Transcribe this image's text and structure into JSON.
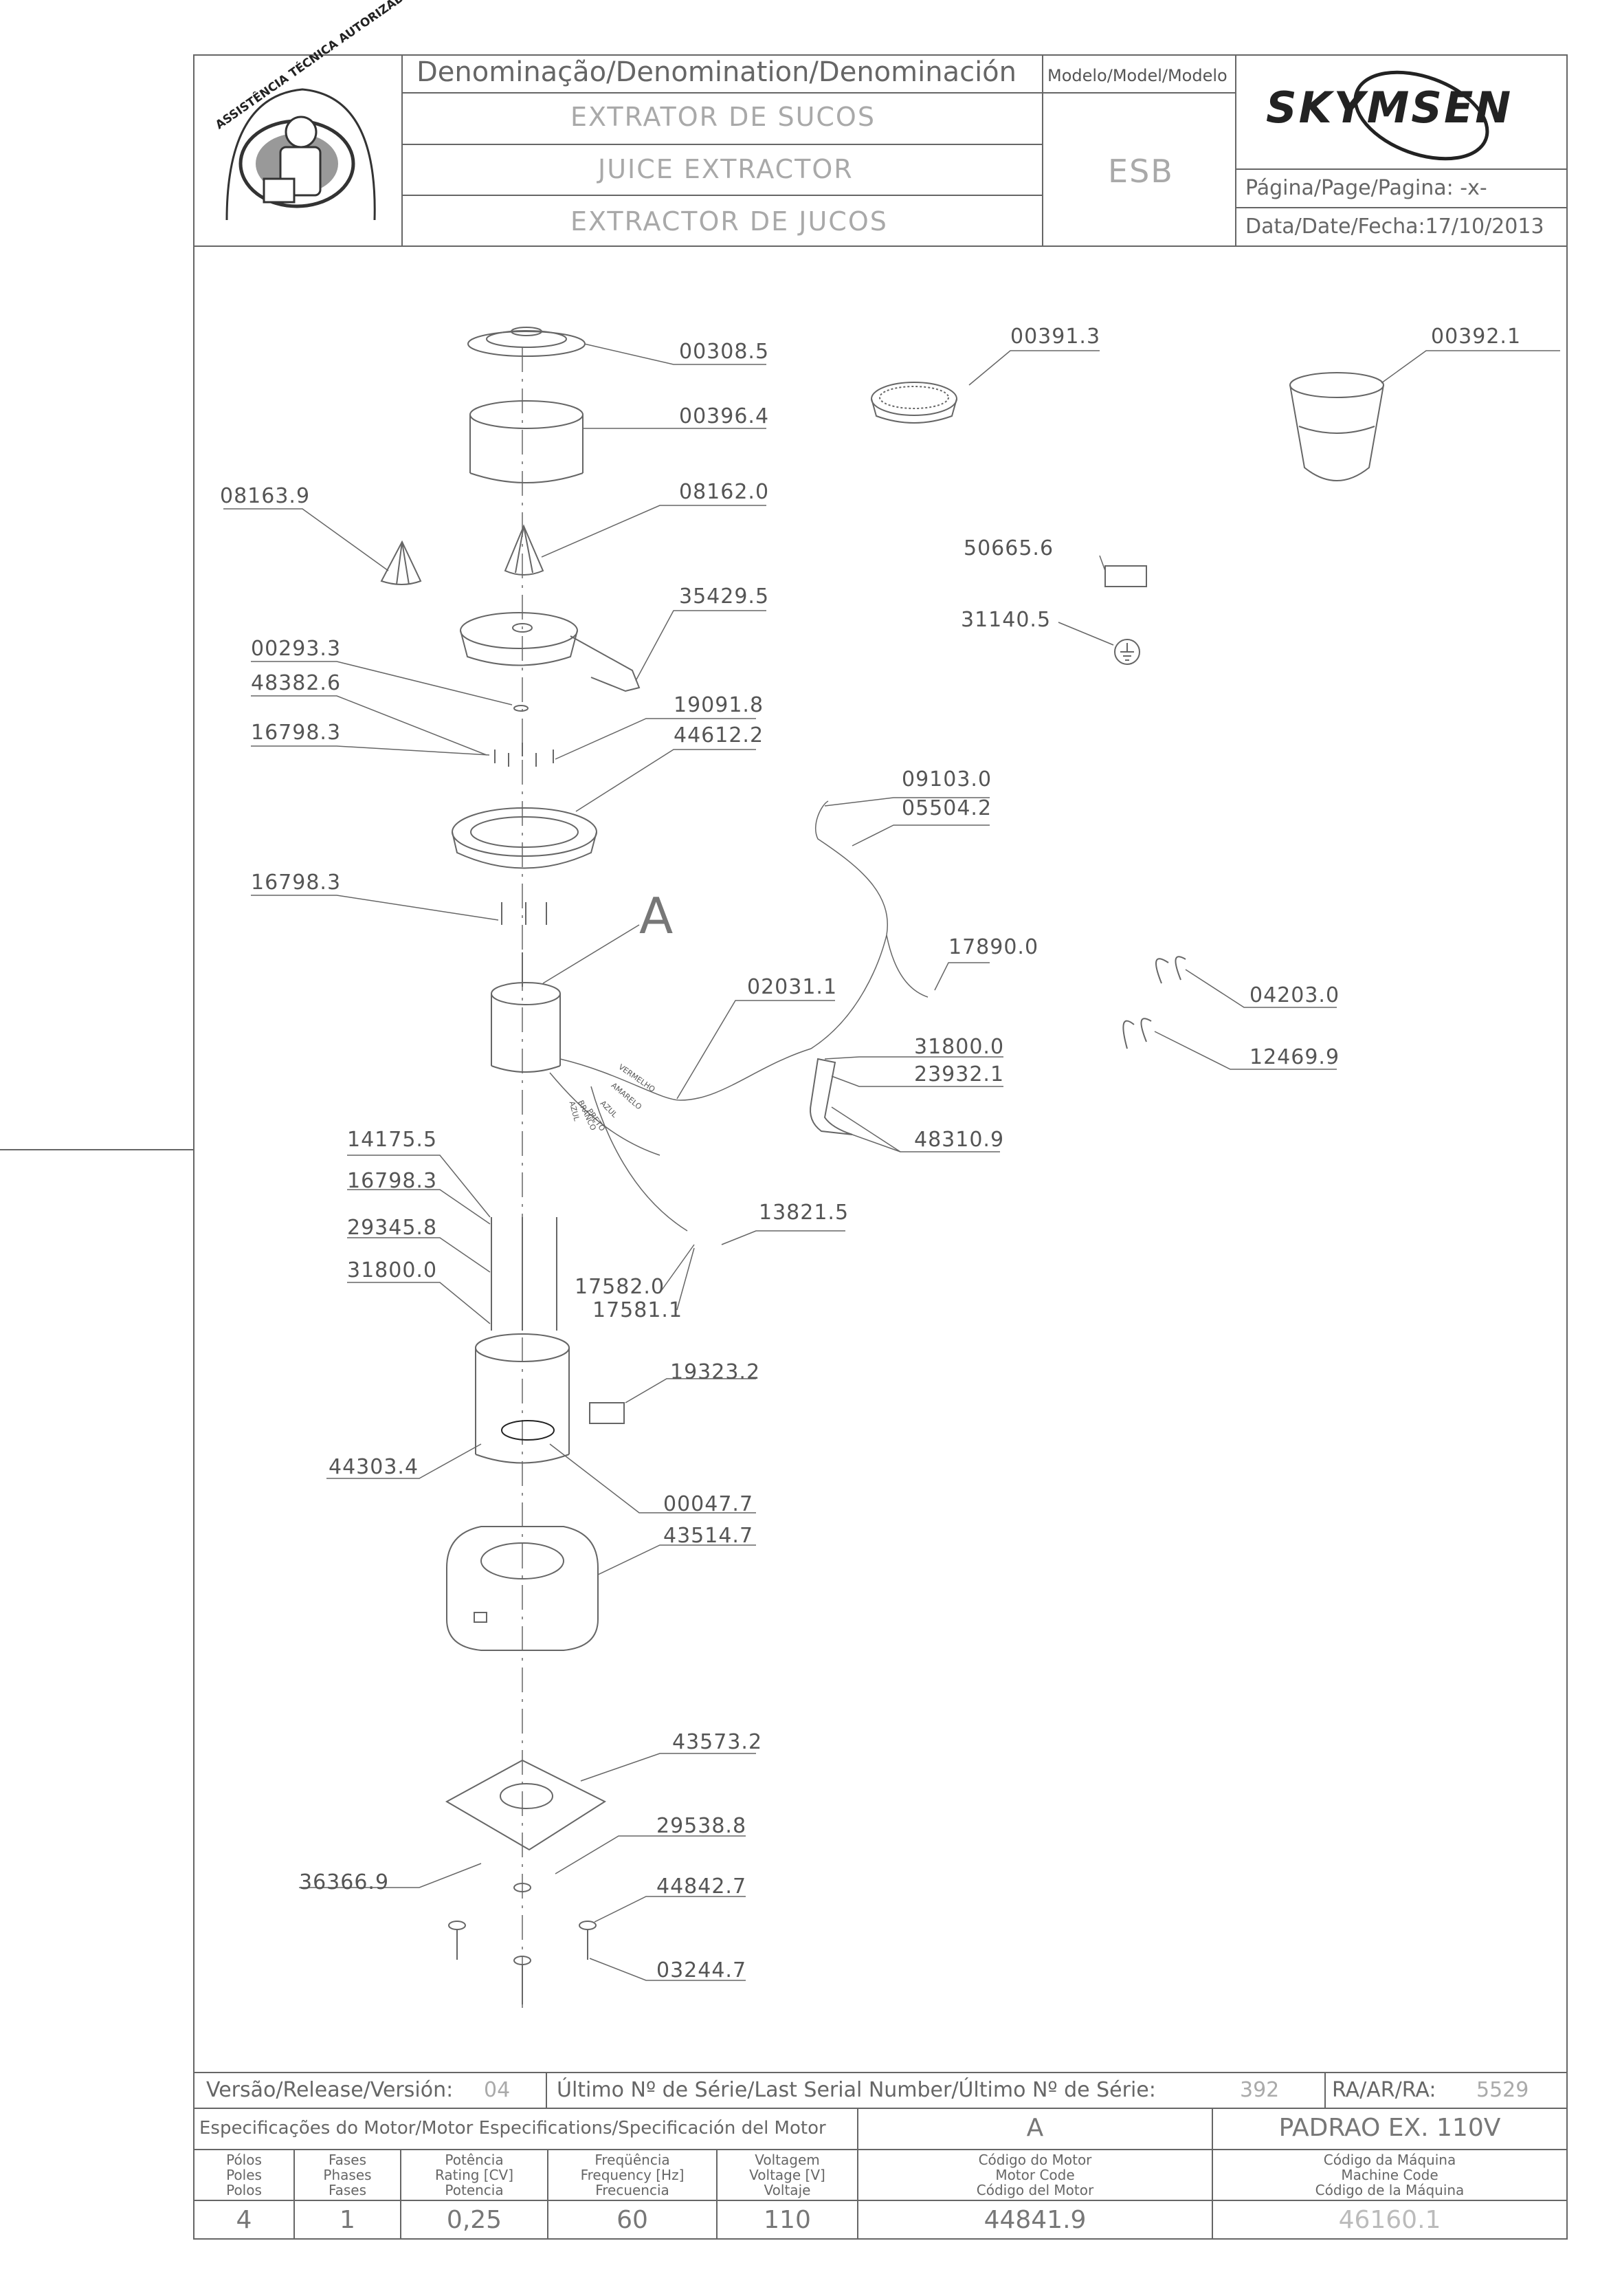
{
  "header": {
    "denomination_label": "Denominação/Denomination/Denominación",
    "names": [
      "EXTRATOR DE SUCOS",
      "JUICE EXTRACTOR",
      "EXTRACTOR DE JUCOS"
    ],
    "model_label": "Modelo/Model/Modelo",
    "model_value": "ESB",
    "brand": "SKYMSEN",
    "page_label": "Página/Page/Pagina: -x-",
    "date_label": "Data/Date/Fecha:17/10/2013",
    "seal_text": "ASSISTÊNCIA TÉCNICA AUTORIZADA"
  },
  "parts": {
    "p00308_5": "00308.5",
    "p00396_4": "00396.4",
    "p08162_0": "08162.0",
    "p08163_9": "08163.9",
    "p35429_5": "35429.5",
    "p00293_3": "00293.3",
    "p48382_6": "48382.6",
    "p16798_3a": "16798.3",
    "p19091_8": "19091.8",
    "p44612_2": "44612.2",
    "p16798_3b": "16798.3",
    "p00391_3": "00391.3",
    "p00392_1": "00392.1",
    "p50665_6": "50665.6",
    "p31140_5": "31140.5",
    "p09103_0": "09103.0",
    "p05504_2": "05504.2",
    "p17890_0": "17890.0",
    "p04203_0": "04203.0",
    "p12469_9": "12469.9",
    "p02031_1": "02031.1",
    "p31800_0a": "31800.0",
    "p23932_1": "23932.1",
    "p48310_9": "48310.9",
    "p14175_5": "14175.5",
    "p16798_3c": "16798.3",
    "p29345_8": "29345.8",
    "p31800_0b": "31800.0",
    "p13821_5": "13821.5",
    "p17582_0": "17582.0",
    "p17581_1": "17581.1",
    "p19323_2": "19323.2",
    "p44303_4": "44303.4",
    "p00047_7": "00047.7",
    "p43514_7": "43514.7",
    "p43573_2": "43573.2",
    "p29538_8": "29538.8",
    "p36366_9": "36366.9",
    "p44842_7": "44842.7",
    "p03244_7": "03244.7",
    "callout_a": "A",
    "wire_colors": [
      "VERMELHO",
      "AMARELO",
      "AZUL",
      "PRETO",
      "BRANCO",
      "AZUL"
    ]
  },
  "footer": {
    "release_label": "Versão/Release/Versión:",
    "release_value": "04",
    "serial_label": "Último Nº de Série/Last Serial Number/Último Nº de Série:",
    "serial_value": "392",
    "ra_label": "RA/AR/RA:",
    "ra_value": "5529",
    "motor_spec_label": "Especificações do Motor/Motor Especifications/Specificación del Motor",
    "motor_spec_value": "A",
    "standard_value": "PADRAO EX. 110V",
    "poles_header": "Pólos\nPoles\nPolos",
    "phases_header": "Fases\nPhases\nFases",
    "power_header": "Potência\nRating [CV]\nPotencia",
    "frequency_header": "Freqüência\nFrequency [Hz]\nFrecuencia",
    "voltage_header": "Voltagem\nVoltage [V]\nVoltaje",
    "motor_code_header": "Código do Motor\nMotor Code\nCódigo del Motor",
    "machine_code_header": "Código da Máquina\nMachine Code\nCódigo de la Máquina",
    "poles": "4",
    "phases": "1",
    "power": "0,25",
    "frequency": "60",
    "voltage": "110",
    "motor_code": "44841.9",
    "machine_code": "46160.1"
  }
}
